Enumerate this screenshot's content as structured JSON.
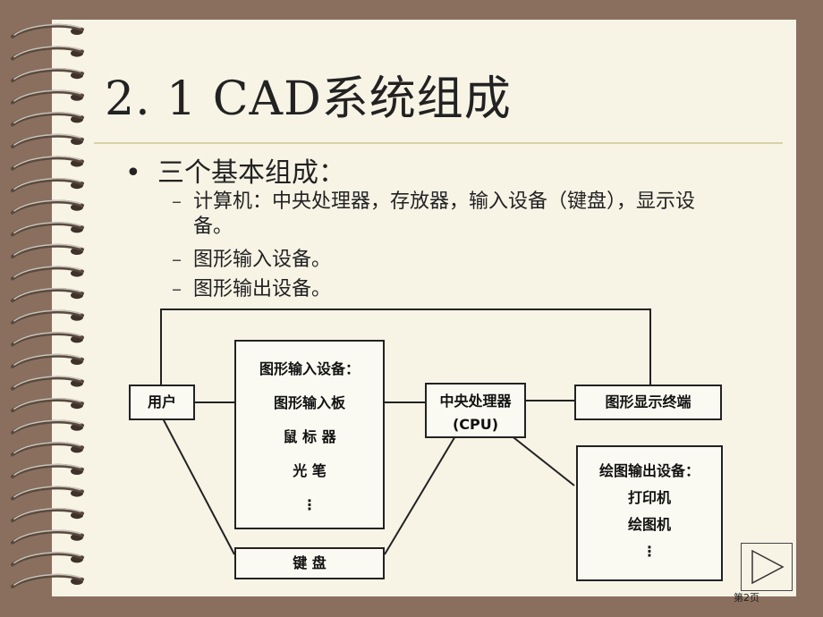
{
  "slide": {
    "title": "2. 1 CAD系统组成",
    "bullet_main": "三个基本组成：",
    "sub_items": [
      "计算机：中央处理器，存放器，输入设备（键盘），显示设备。",
      "图形输入设备。",
      "图形输出设备。"
    ]
  },
  "diagram": {
    "user": "用户",
    "input_devices": [
      "图形输入设备：",
      "图形输入板",
      "鼠 标 器",
      "光  笔",
      "⋮"
    ],
    "cpu": [
      "中央处理器",
      "(CPU)"
    ],
    "display": "图形显示终端",
    "output_devices": [
      "绘图输出设备：",
      "打印机",
      "绘图机",
      "⋮"
    ],
    "keyboard": "键       盘"
  },
  "footer": {
    "page_number": "第2页"
  },
  "colors": {
    "background": "#8b6f5e",
    "paper": "#f7f4e6",
    "rule": "#d8d2a8"
  },
  "icons": {
    "next": "play-triangle-icon"
  }
}
